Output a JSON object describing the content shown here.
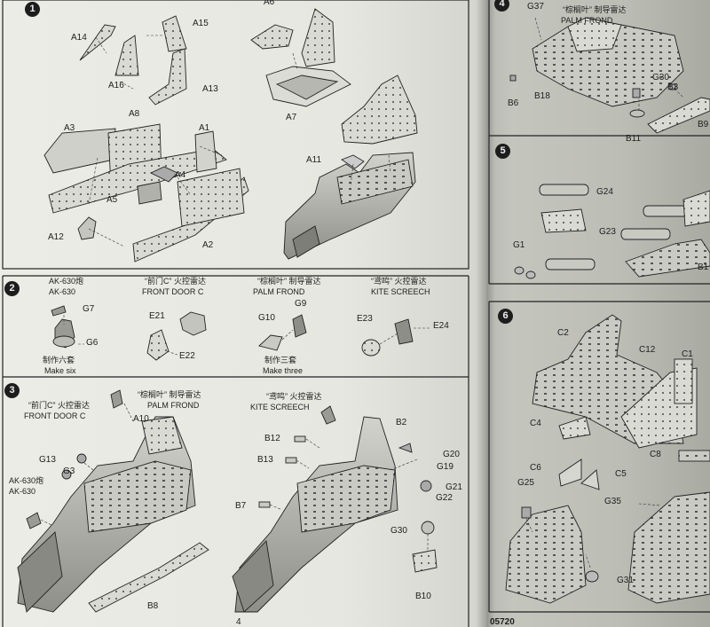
{
  "steps": {
    "s1": "1",
    "s2": "2",
    "s3": "3",
    "s4": "4",
    "s5": "5",
    "s6": "6"
  },
  "step1": {
    "parts": [
      "A14",
      "A15",
      "A16",
      "A13",
      "A6",
      "A7",
      "A3",
      "A8",
      "A1",
      "A4",
      "A5",
      "A12",
      "A2",
      "A11"
    ]
  },
  "step2": {
    "ak_cn": "AK-630炮",
    "ak_en": "AK-630",
    "g7": "G7",
    "g6": "G6",
    "make_six_cn": "制作六套",
    "make_six_en": "Make six",
    "door_cn": "“前门C” 火控雷达",
    "door_en": "FRONT DOOR C",
    "e21": "E21",
    "e22": "E22",
    "palm_cn": "“棕榈叶” 制导雷达",
    "palm_en": "PALM FROND",
    "g10": "G10",
    "g9": "G9",
    "make_three_cn": "制作三套",
    "make_three_en": "Make three",
    "kite_cn": "“鸢鸣” 火控雷达",
    "kite_en": "KITE SCREECH",
    "e23": "E23",
    "e24": "E24"
  },
  "step3": {
    "palm_cn": "“棕榈叶” 制导雷达",
    "palm_en": "PALM FROND",
    "door_cn": "“前门C” 火控雷达",
    "door_en": "FRONT DOOR C",
    "a10": "A10",
    "g13": "G13",
    "g3": "G3",
    "ak_cn": "AK-630炮",
    "ak_en": "AK-630",
    "b8": "B8",
    "kite_cn": "“鸢鸣” 火控雷达",
    "kite_en": "KITE SCREECH",
    "b2": "B2",
    "b12": "B12",
    "b13": "B13",
    "g20": "G20",
    "g19": "G19",
    "g21": "G21",
    "g22": "G22",
    "b7": "B7",
    "g30": "G30",
    "b10": "B10"
  },
  "step4": {
    "g37": "G37",
    "palm_cn": "“棕榈叶” 制导雷达",
    "palm_en": "PALM FROND",
    "b6": "B6",
    "b18": "B18",
    "g30": "G30",
    "b3": "B3",
    "b11": "B11",
    "b9": "B9"
  },
  "step5": {
    "g24": "G24",
    "g23": "G23",
    "g1": "G1",
    "b1x": "B1"
  },
  "step6": {
    "c2": "C2",
    "c12": "C12",
    "c1": "C1",
    "c4": "C4",
    "c8": "C8",
    "c6": "C6",
    "c5": "C5",
    "g25": "G25",
    "g35": "G35",
    "g31": "G31"
  },
  "footer": {
    "page_number": "4",
    "code": "05720"
  }
}
